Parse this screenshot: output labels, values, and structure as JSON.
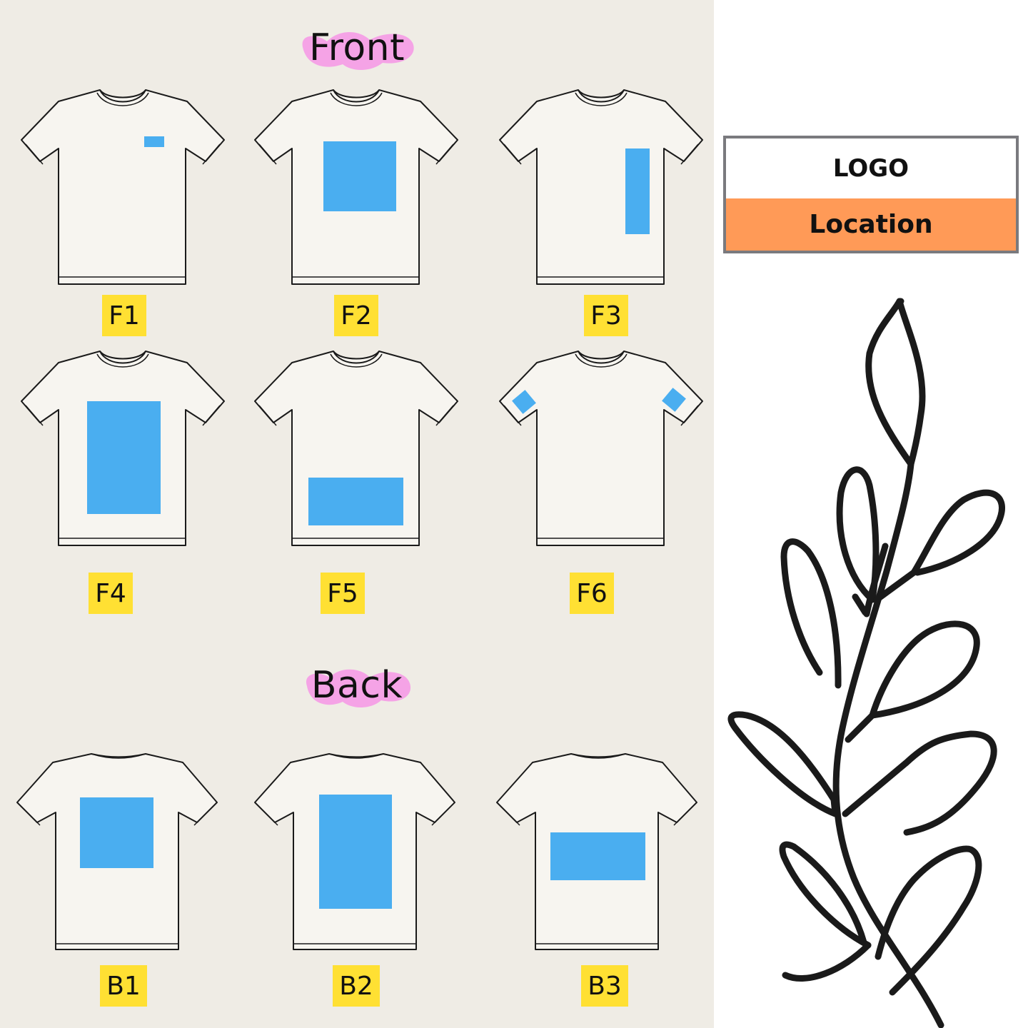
{
  "sections": {
    "front_title": "Front",
    "back_title": "Back"
  },
  "tees": [
    {
      "code": "F1",
      "view": "front",
      "placement": "left-chest small logo"
    },
    {
      "code": "F2",
      "view": "front",
      "placement": "center chest square"
    },
    {
      "code": "F3",
      "view": "front",
      "placement": "vertical side strip"
    },
    {
      "code": "F4",
      "view": "front",
      "placement": "full front tall"
    },
    {
      "code": "F5",
      "view": "front",
      "placement": "lower front wide"
    },
    {
      "code": "F6",
      "view": "front",
      "placement": "both sleeves"
    },
    {
      "code": "B1",
      "view": "back",
      "placement": "upper back square"
    },
    {
      "code": "B2",
      "view": "back",
      "placement": "full back tall"
    },
    {
      "code": "B3",
      "view": "back",
      "placement": "lower back wide"
    }
  ],
  "legend": {
    "title": "LOGO",
    "subtitle": "Location"
  },
  "colors": {
    "background_left": "#efece5",
    "background_right": "#ffffff",
    "print_area": "#4aaef0",
    "label_bg": "#ffe033",
    "title_highlight": "#f5a3e6",
    "legend_accent": "#ff9a57",
    "legend_border": "#7a7a7e",
    "tee_fill": "#f7f5f0",
    "outline": "#1a1a1a"
  },
  "icons": {
    "decoration": "leaf-branch-icon",
    "garment": "tshirt-icon"
  }
}
